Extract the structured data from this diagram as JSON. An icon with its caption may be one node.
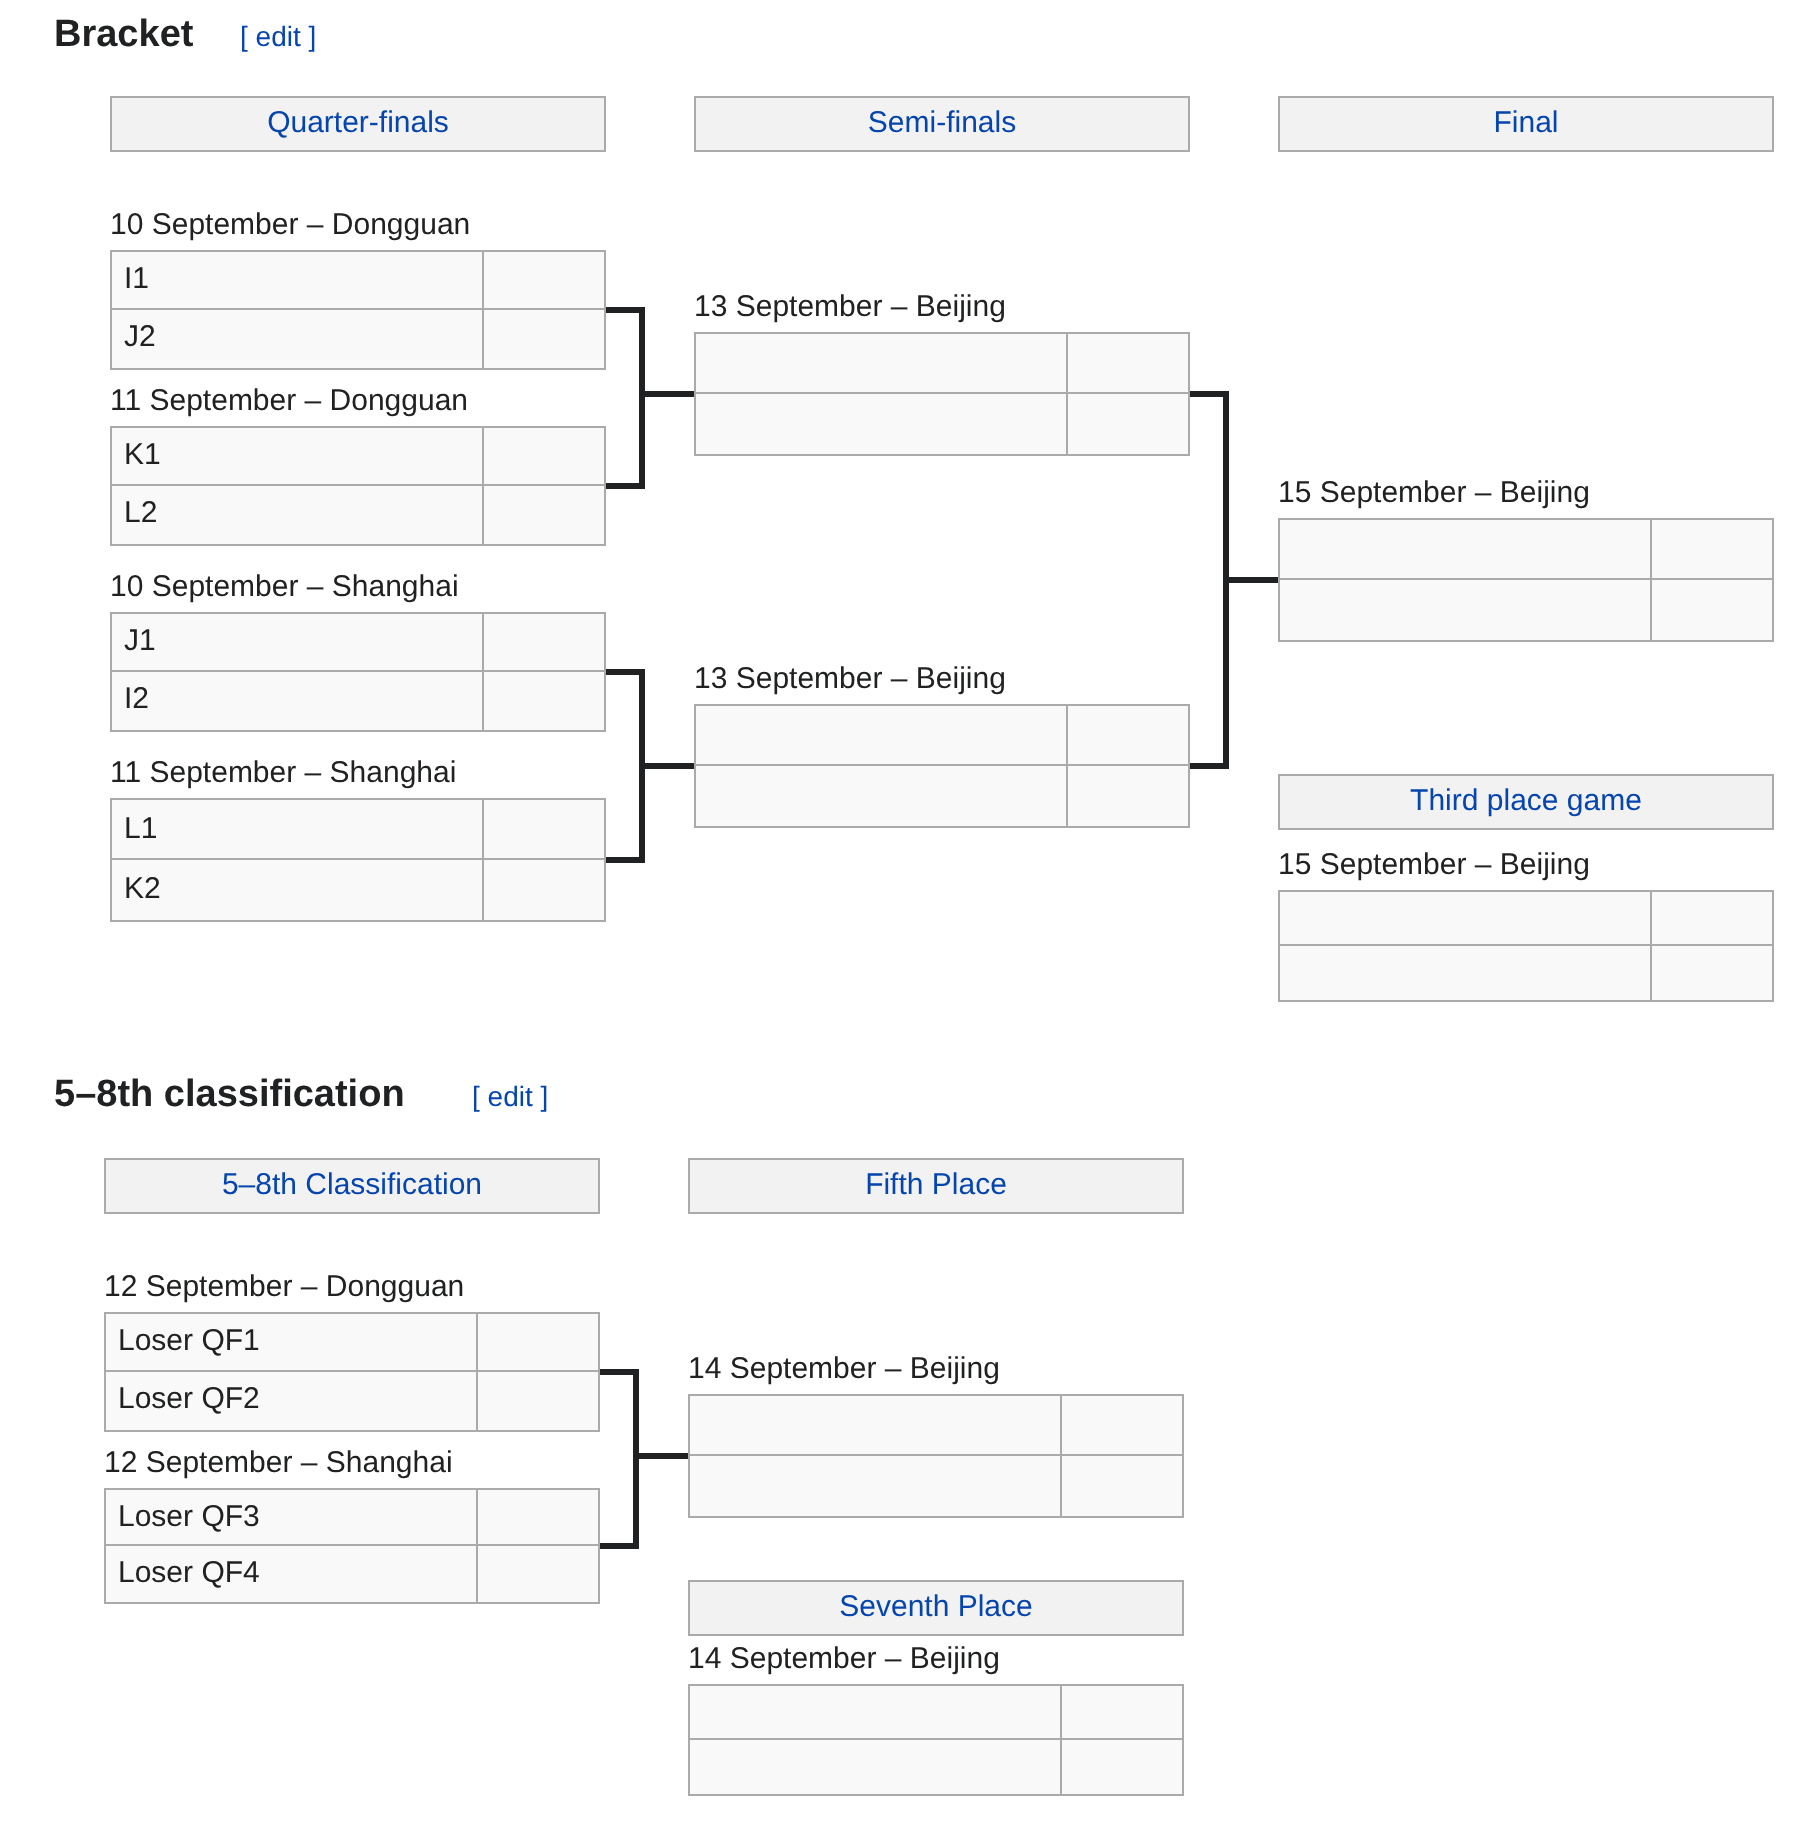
{
  "diagram": {
    "nodes": [
      {
        "text": [
          "Quarter-finals"
        ]
      },
      {
        "text": [
          "Semi-finals"
        ]
      },
      {
        "text": [
          "Final"
        ]
      },
      {
        "text": [
          "10 September – Dongguan",
          "I1",
          "J2"
        ]
      },
      {
        "text": [
          "11 September – Dongguan",
          "K1",
          "L2"
        ]
      },
      {
        "text": [
          "10 September – Shanghai",
          "J1",
          "I2"
        ]
      },
      {
        "text": [
          "11 September – Shanghai",
          "L1",
          "K2"
        ]
      },
      {
        "text": [
          "13 September – Beijing"
        ]
      },
      {
        "text": [
          "13 September – Beijing"
        ]
      },
      {
        "text": [
          "15 September – Beijing"
        ]
      },
      {
        "text": [
          "Third place game"
        ]
      },
      {
        "text": [
          "15 September – Beijing"
        ]
      },
      {
        "text": [
          "5–8th Classification"
        ]
      },
      {
        "text": [
          "Fifth Place"
        ]
      },
      {
        "text": [
          "12 September – Dongguan",
          "Loser QF1",
          "Loser QF2"
        ]
      },
      {
        "text": [
          "12 September – Shanghai",
          "Loser QF3",
          "Loser QF4"
        ]
      },
      {
        "text": [
          "14 September – Beijing"
        ]
      },
      {
        "text": [
          "Seventh Place"
        ]
      },
      {
        "text": [
          "14 September – Beijing"
        ]
      }
    ],
    "edges": [
      {
        "from": 3,
        "to": 7,
        "arrow": "none"
      },
      {
        "from": 4,
        "to": 7,
        "arrow": "none"
      },
      {
        "from": 5,
        "to": 8,
        "arrow": "none"
      },
      {
        "from": 6,
        "to": 8,
        "arrow": "none"
      },
      {
        "from": 7,
        "to": 9,
        "arrow": "none"
      },
      {
        "from": 8,
        "to": 9,
        "arrow": "none"
      },
      {
        "from": 14,
        "to": 16,
        "arrow": "none"
      },
      {
        "from": 15,
        "to": 16,
        "arrow": "none"
      }
    ],
    "labels": [
      "Bracket",
      "[ edit ]",
      "5–8th classification",
      "[ edit ]"
    ]
  }
}
